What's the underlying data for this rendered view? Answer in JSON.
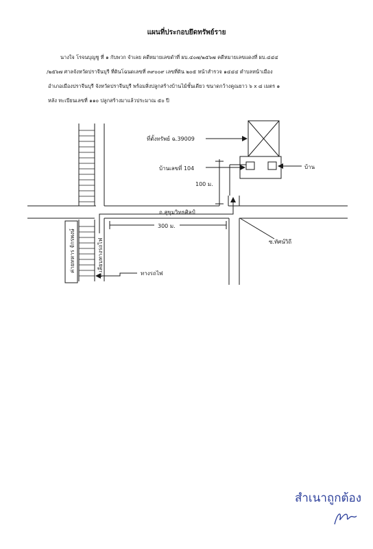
{
  "document": {
    "title": "แผนที่ประกอบยึดทรัพย์ราย",
    "paragraph": [
      "นางใจ โรจนบุญชู  ที่ ๑ กับพวก จำเลย คดีหมายเลขดำที่ ผบ.๔๐๗/๒๕๖๗ คดีหมายเลขแดงที่ ผบ.๔๔๔",
      "/๒๕๖๗ ศาลจังหวัดปราจีนบุรี ที่ดินโฉนดเลขที่ ๓๙๐๐๙ เลขที่ดิน ๒๐๕ หน้าสำรวจ ๑๔๔๔  ตำบลหน้าเมือง",
      "อำเภอเมืองปราจีนบุรี จังหวัดปราจีนบุรี พร้อมสิ่งปลูกสร้างบ้านไม้ชั้นเดียว ขนาดกว้างคูณยาว ๖ x ๘ เมตร ๑",
      "หลัง ทะเบียนเลขที่ ๑๑๐ ปลูกสร้างมาแล้วประมาณ ๕๐ ปี"
    ]
  },
  "map": {
    "property_label": "ที่ตั้งทรัพย์ ฉ.39009",
    "house_no_label": "บ้านเลขที่ 104",
    "house_label": "บ้าน",
    "distance_100": "100 ม.",
    "road_label": "ถ.สุขุมวิทธศิลป์",
    "distance_300": "300 ม.",
    "soi_label": "ซ.ทัศน์วิถี",
    "vertical_road_label": "ถ.เลียบทางรถไฟ",
    "left_block_label": "ค่ายทหาร จักรพงษ์",
    "railway_label": "ทางรถไฟ"
  },
  "certification": {
    "stamp_text": "สำเนาถูกต้อง"
  },
  "colors": {
    "ink": "#1a1a1a",
    "stamp_blue": "#2c3f9b"
  }
}
